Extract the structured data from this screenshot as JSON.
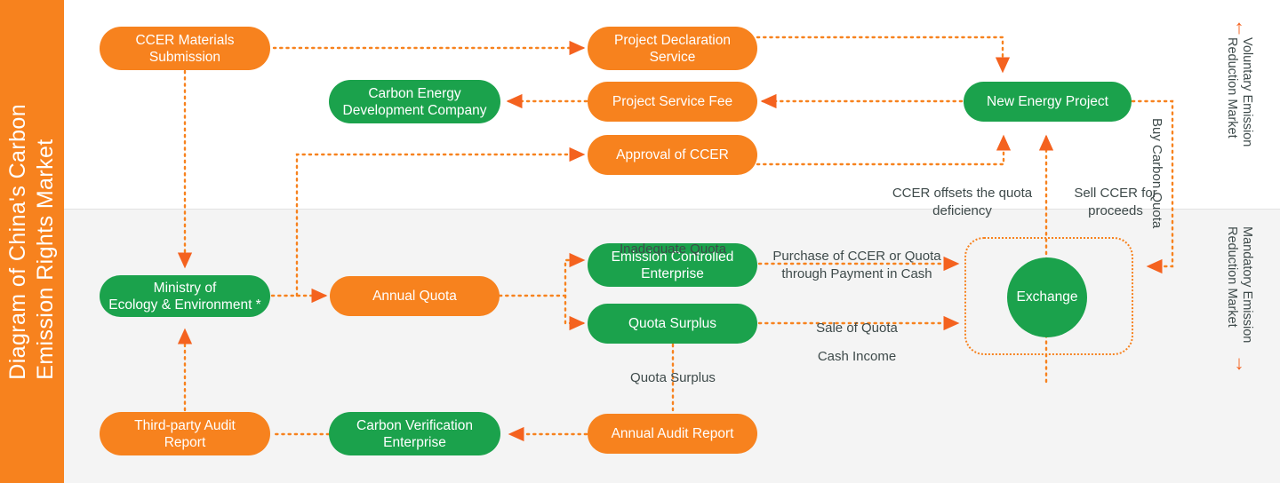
{
  "title_bar": {
    "text": "Diagram of China's Carbon\nEmission Rights Market"
  },
  "nodes": {
    "ccer_materials_submission": "CCER Materials\nSubmission",
    "project_declaration_service": "Project Declaration\nService",
    "carbon_energy_development_company": "Carbon Energy\nDevelopment Company",
    "project_service_fee": "Project Service Fee",
    "new_energy_project": "New Energy Project",
    "approval_of_ccer": "Approval of CCER",
    "ministry_of_ecology": "Ministry of\nEcology & Environment *",
    "annual_quota": "Annual Quota",
    "emission_controlled_enterprise": "Emission Controlled\nEnterprise",
    "quota_surplus_node": "Quota Surplus",
    "exchange": "Exchange",
    "third_party_audit_report": "Third-party Audit\nReport",
    "carbon_verification_enterprise": "Carbon Verification\nEnterprise",
    "annual_audit_report": "Annual Audit Report"
  },
  "edge_labels": {
    "ccer_offsets": "CCER offsets the quota\ndeficiency",
    "sell_ccer": "Sell CCER for\nproceeds",
    "buy_carbon_quota": "Buy Carbon Quota",
    "inadequate_quota": "Inadequate Quota",
    "quota_surplus_label": "Quota Surplus",
    "purchase_ccer": "Purchase of CCER or Quota\nthrough Payment in Cash",
    "sale_of_quota": "Sale of Quota",
    "cash_income": "Cash Income"
  },
  "markets": {
    "voluntary": {
      "text": "Voluntary Emission\nReduction Market",
      "arrow": "↑"
    },
    "mandatory": {
      "text": "Mandatory Emission\nReduction Market",
      "arrow": "↓"
    }
  },
  "colors": {
    "orange": "#f7821e",
    "green": "#1ba24c",
    "arrow": "#f4621f",
    "band": "#f4f4f4",
    "label_text": "#3e4a4a"
  }
}
